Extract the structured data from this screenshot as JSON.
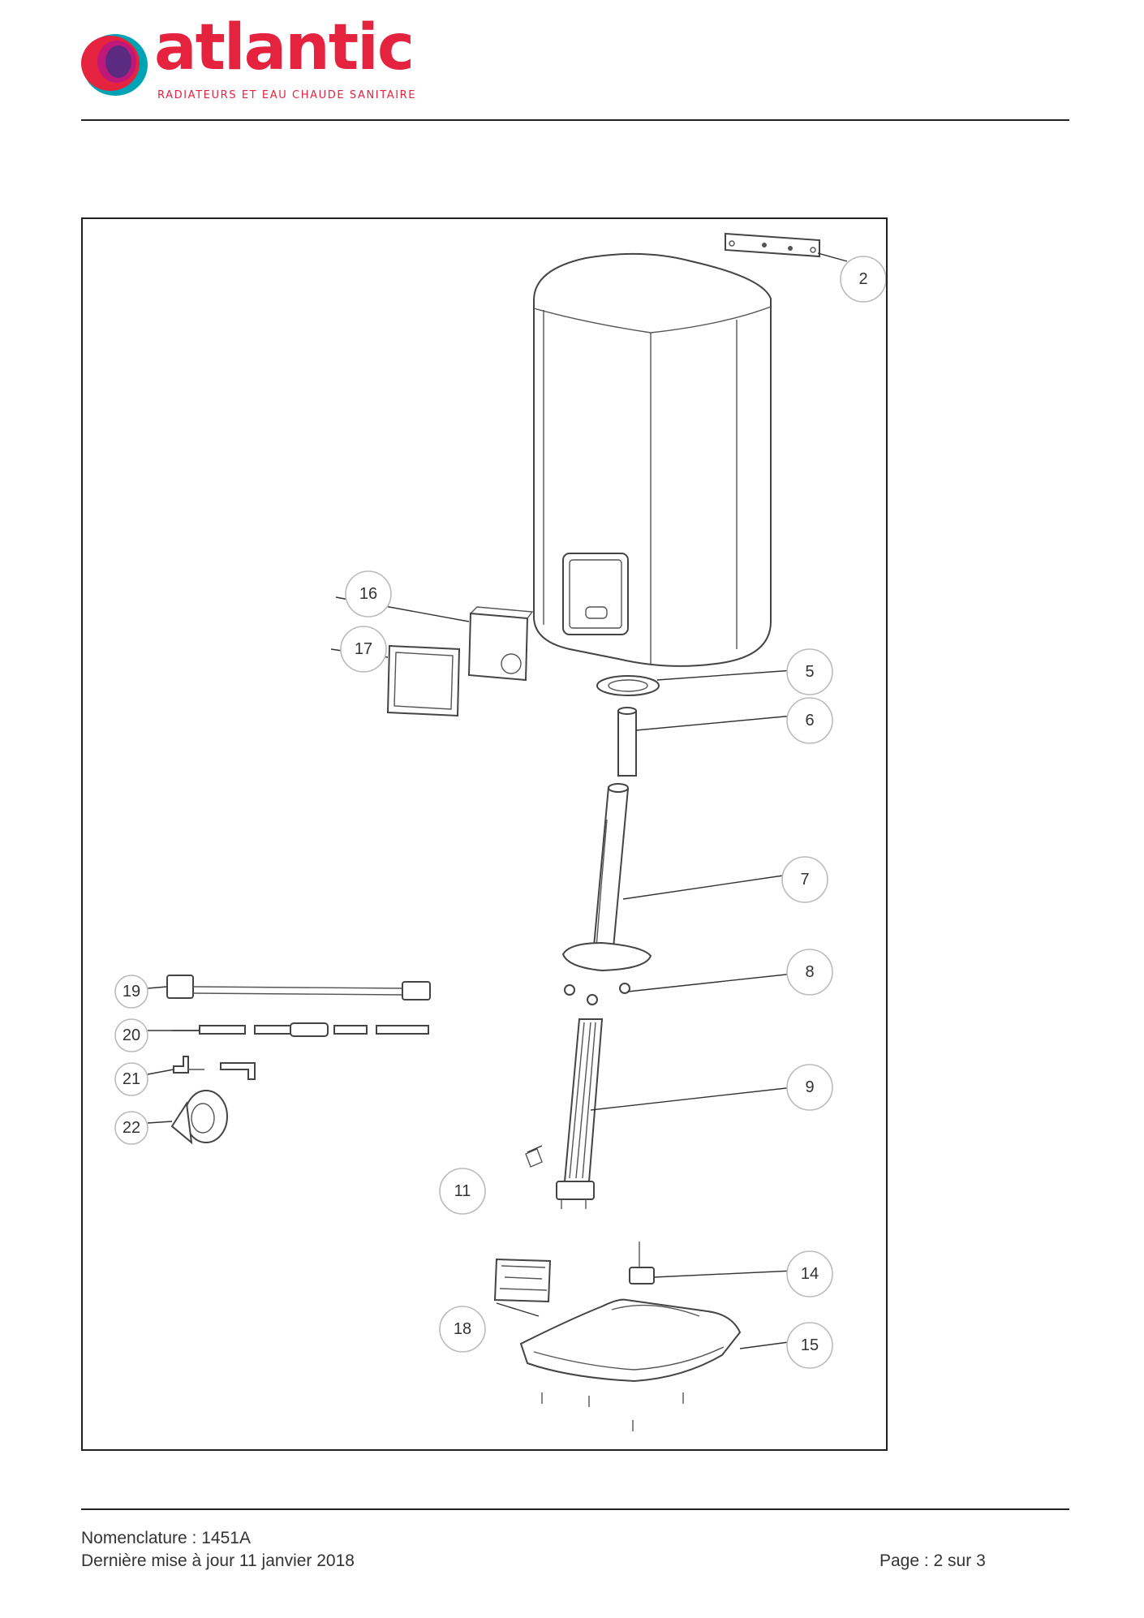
{
  "brand": {
    "name": "atlantic",
    "tagline": "RADIATEURS ET EAU CHAUDE SANITAIRE",
    "colors": {
      "red": "#e5233e",
      "purple": "#5b2b82",
      "teal": "#00a3b4",
      "magenta": "#c0187a"
    }
  },
  "diagram": {
    "callouts": [
      {
        "id": "c2",
        "label": "2"
      },
      {
        "id": "c5",
        "label": "5"
      },
      {
        "id": "c6",
        "label": "6"
      },
      {
        "id": "c7",
        "label": "7"
      },
      {
        "id": "c8",
        "label": "8"
      },
      {
        "id": "c9",
        "label": "9"
      },
      {
        "id": "c11",
        "label": "11"
      },
      {
        "id": "c14",
        "label": "14"
      },
      {
        "id": "c15",
        "label": "15"
      },
      {
        "id": "c16",
        "label": "16"
      },
      {
        "id": "c17",
        "label": "17"
      },
      {
        "id": "c18",
        "label": "18"
      },
      {
        "id": "c19",
        "label": "19"
      },
      {
        "id": "c20",
        "label": "20"
      },
      {
        "id": "c21",
        "label": "21"
      },
      {
        "id": "c22",
        "label": "22"
      }
    ]
  },
  "footer": {
    "nomenclature": "Nomenclature : 1451A",
    "updated": "Dernière mise à jour 11 janvier 2018",
    "page": "Page : 2 sur 3"
  }
}
